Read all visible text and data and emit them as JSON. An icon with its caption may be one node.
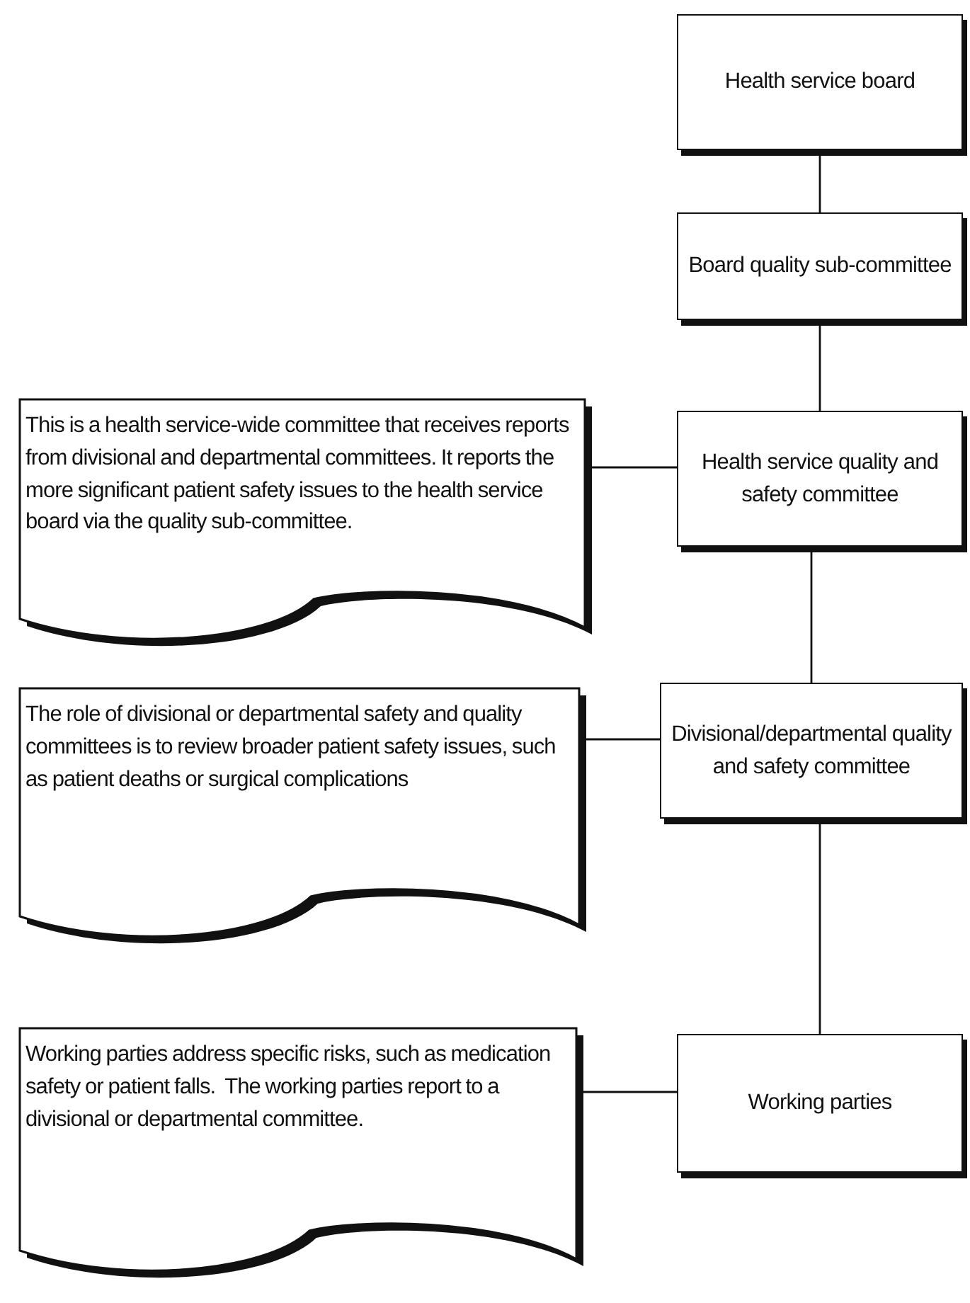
{
  "diagram": {
    "nodes": [
      {
        "text": [
          "Health service board"
        ]
      },
      {
        "text": [
          "Board quality sub-committee"
        ]
      },
      {
        "text": [
          "This is a health service-wide committee that receives reports from divisional and departmental committees. It reports the more significant patient safety issues to the health service board via the quality sub-committee."
        ]
      },
      {
        "text": [
          "Health service quality and safety committee"
        ]
      },
      {
        "text": [
          "The role of divisional or departmental safety and quality committees is to review broader patient safety issues, such as patient deaths or surgical complications"
        ]
      },
      {
        "text": [
          "Divisional/departmental quality and safety committee"
        ]
      },
      {
        "text": [
          "Working parties address specific risks, such as medication safety or patient falls.  The working parties report to a divisional or departmental committee."
        ]
      },
      {
        "text": [
          "Working parties"
        ]
      }
    ],
    "edges": [
      {
        "from": 0,
        "to": 1,
        "arrow": "none"
      },
      {
        "from": 1,
        "to": 3,
        "arrow": "none"
      },
      {
        "from": 3,
        "to": 2,
        "arrow": "none"
      },
      {
        "from": 3,
        "to": 5,
        "arrow": "none"
      },
      {
        "from": 5,
        "to": 4,
        "arrow": "none"
      },
      {
        "from": 5,
        "to": 7,
        "arrow": "none"
      },
      {
        "from": 7,
        "to": 6,
        "arrow": "none"
      }
    ]
  }
}
